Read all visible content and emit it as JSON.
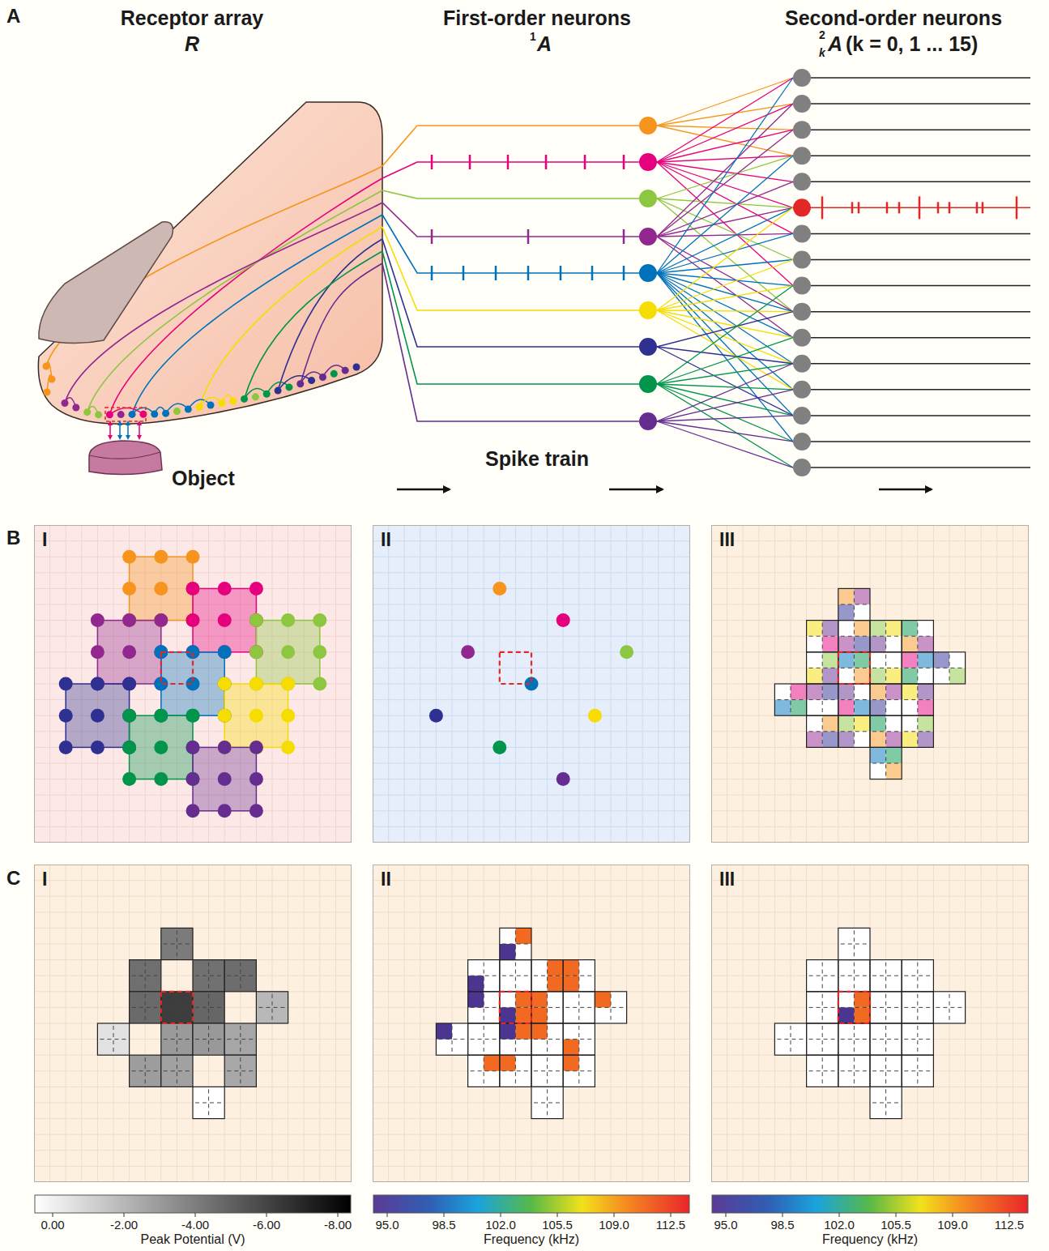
{
  "diagram": {
    "nodes": [
      {
        "text": [
          "Object"
        ]
      },
      {
        "text": [
          "I"
        ]
      },
      {
        "text": [
          "II"
        ]
      },
      {
        "text": [
          "III"
        ]
      },
      {
        "text": [
          "I"
        ]
      },
      {
        "text": [
          "II"
        ]
      },
      {
        "text": [
          "III"
        ]
      }
    ],
    "labels": [
      "A",
      "Receptor array",
      "R",
      "First-order neurons",
      "1",
      "A",
      "Second-order neurons",
      "2",
      "k",
      "A",
      "(k = 0, 1 ... 15)",
      "Spike train",
      "B",
      "C",
      "0.00",
      "-2.00",
      "-4.00",
      "-6.00",
      "-8.00",
      "Peak Potential (V)",
      "95.0",
      "98.5",
      "102.0",
      "105.5",
      "109.0",
      "112.5",
      "Frequency (kHz)",
      "95.0",
      "98.5",
      "102.0",
      "105.5",
      "109.0",
      "112.5",
      "Frequency (kHz)"
    ]
  }
}
